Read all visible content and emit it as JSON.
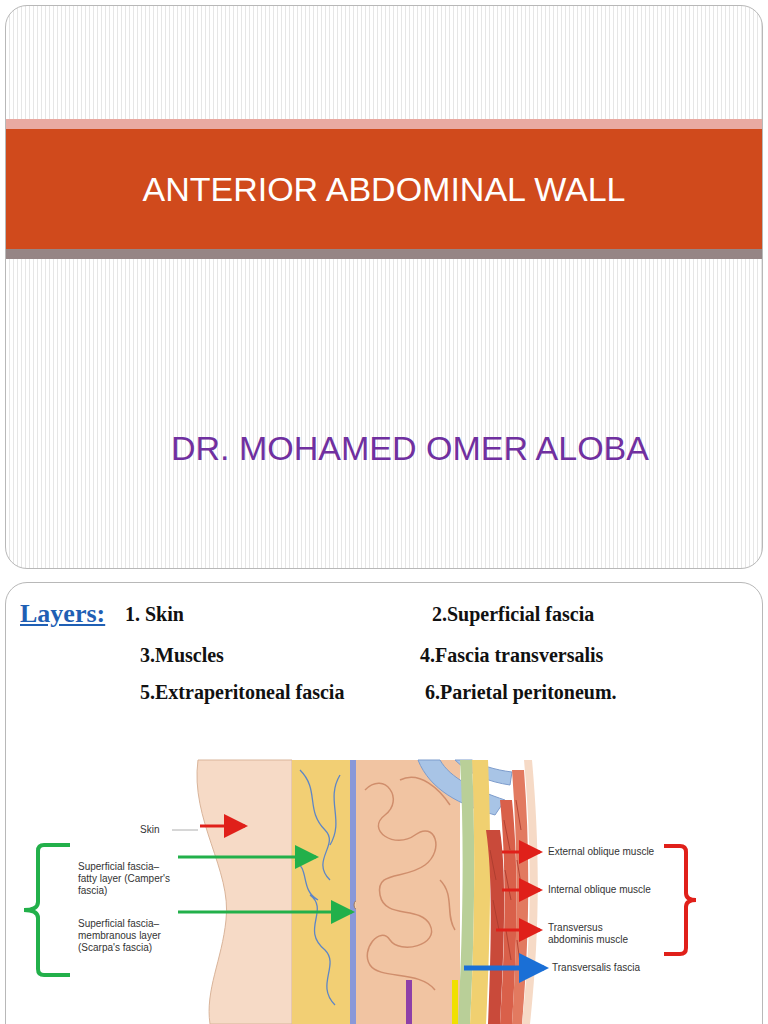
{
  "diagram": {
    "title": "ANTERIOR ABDOMINAL WALL",
    "labels": [
      "DR. MOHAMED OMER ALOBA",
      "Layers:",
      "1. Skin",
      "2.Superficial fascia",
      "3.Muscles",
      "4.Fascia transversalis",
      "5.Extraperitoneal fascia",
      "6.Parietal peritoneum.",
      "Skin",
      "Superficial fascia– fatty layer (Camper's fascia)",
      "Superficial fascia– membranous layer (Scarpa's fascia)",
      "External oblique muscle",
      "Internal oblique muscle",
      "Transversus abdominis muscle",
      "Transversalis fascia"
    ]
  }
}
